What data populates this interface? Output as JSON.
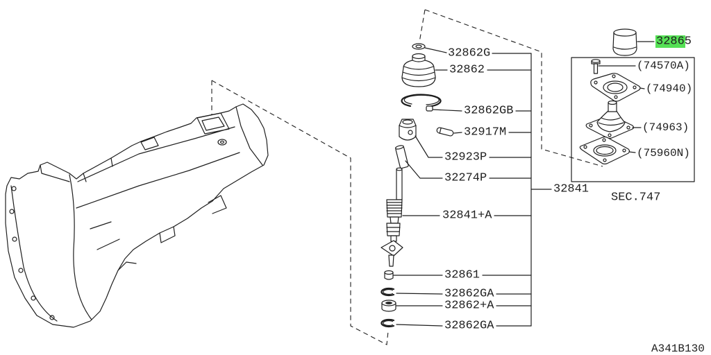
{
  "diagram": {
    "highlight_color": "#55e055",
    "callouts": {
      "c32865": "32865",
      "c32862g": "32862G",
      "c32862": "32862",
      "c32862gb": "32862GB",
      "c32917m": "32917M",
      "c32923p": "32923P",
      "c32274p": "32274P",
      "c32841": "32841",
      "c32841a": "32841+A",
      "c32861": "32861",
      "c32862ga_upper": "32862GA",
      "c32862a": "32862+A",
      "c32862ga_lower": "32862GA"
    },
    "section": {
      "label": "SEC.747",
      "refs": [
        "(74570A)",
        "(74940)",
        "(74963)",
        "(75960N)"
      ]
    },
    "figure_code": "A341B130"
  }
}
